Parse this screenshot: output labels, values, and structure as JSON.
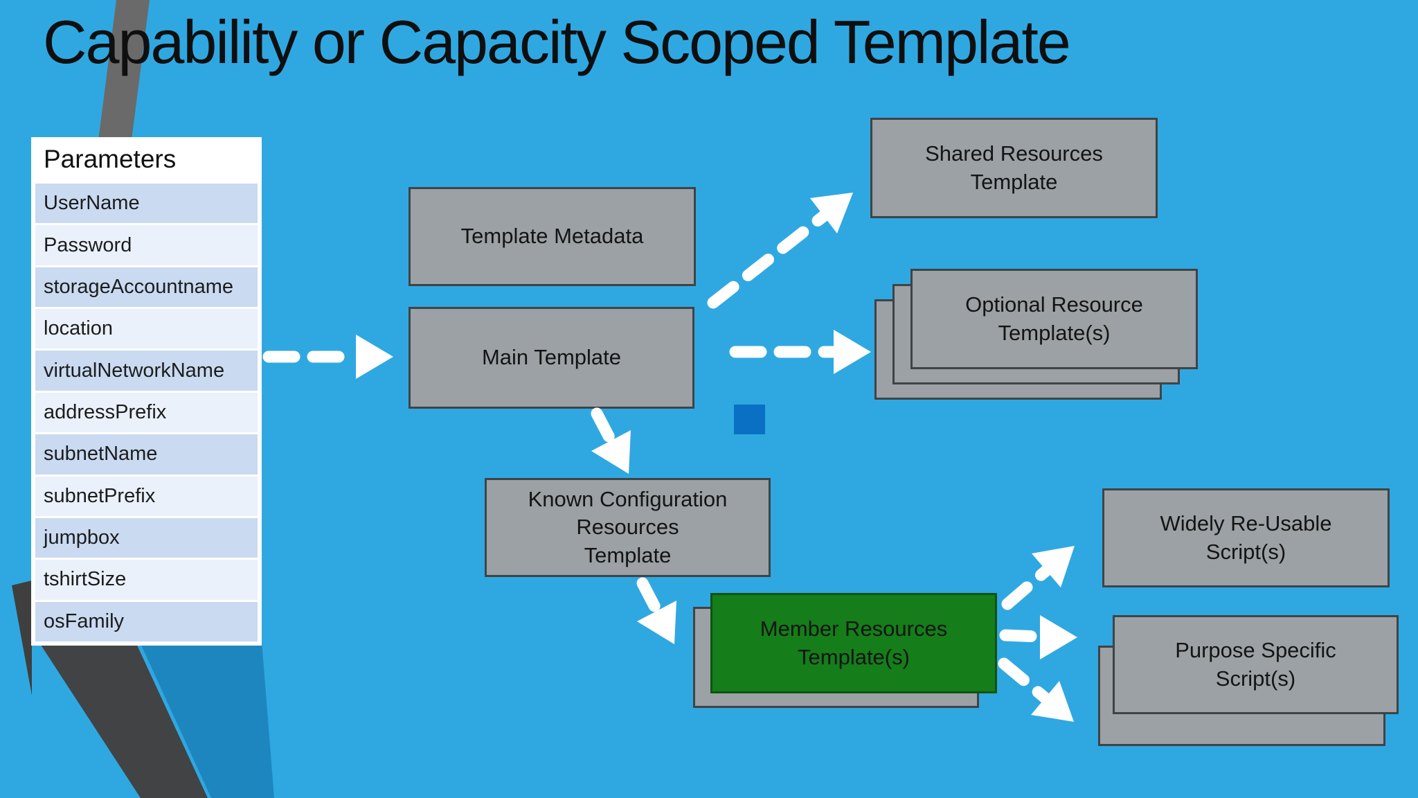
{
  "slide": {
    "title": "Capability or Capacity Scoped Template",
    "colors": {
      "background": "#2FA8E1",
      "box_gray": "#9BA1A4",
      "box_border": "#3F4346",
      "member_green": "#157D19",
      "marker_blue": "#0A70C4",
      "arrow_white": "#FFFFFF",
      "ribbon_gray": "#6A6A6A",
      "ribbon_dark_gray": "#424344",
      "ribbon_dark_blue": "#1E86BF",
      "table_row_dark": "#C9DAF1",
      "table_row_light": "#EAF1FB"
    }
  },
  "parameters_table": {
    "header": "Parameters",
    "rows": [
      "UserName",
      "Password",
      "storageAccountname",
      "location",
      "virtualNetworkName",
      "addressPrefix",
      "subnetName",
      "subnetPrefix",
      "jumpbox",
      "tshirtSize",
      "osFamily"
    ]
  },
  "boxes": {
    "template_metadata": {
      "label": "Template Metadata",
      "stack_count": 1
    },
    "main_template": {
      "label": "Main Template",
      "stack_count": 1
    },
    "shared_resources": {
      "label": "Shared Resources\nTemplate",
      "stack_count": 1
    },
    "optional_resources": {
      "label": "Optional Resource\nTemplate(s)",
      "stack_count": 3
    },
    "known_configuration": {
      "label": "Known Configuration\nResources\nTemplate",
      "stack_count": 1
    },
    "member_resources": {
      "label": "Member Resources\nTemplate(s)",
      "stack_count": 2
    },
    "widely_reusable": {
      "label": "Widely Re-Usable\nScript(s)",
      "stack_count": 1
    },
    "purpose_specific": {
      "label": "Purpose Specific\nScript(s)",
      "stack_count": 2
    }
  },
  "connections": [
    {
      "from": "parameters_table",
      "to": "main_template"
    },
    {
      "from": "main_template",
      "to": "shared_resources"
    },
    {
      "from": "main_template",
      "to": "optional_resources"
    },
    {
      "from": "main_template",
      "to": "known_configuration"
    },
    {
      "from": "known_configuration",
      "to": "member_resources"
    },
    {
      "from": "member_resources",
      "to": "widely_reusable"
    },
    {
      "from": "member_resources",
      "to": "purpose_specific"
    },
    {
      "from": "member_resources",
      "to": "purpose_specific"
    }
  ]
}
